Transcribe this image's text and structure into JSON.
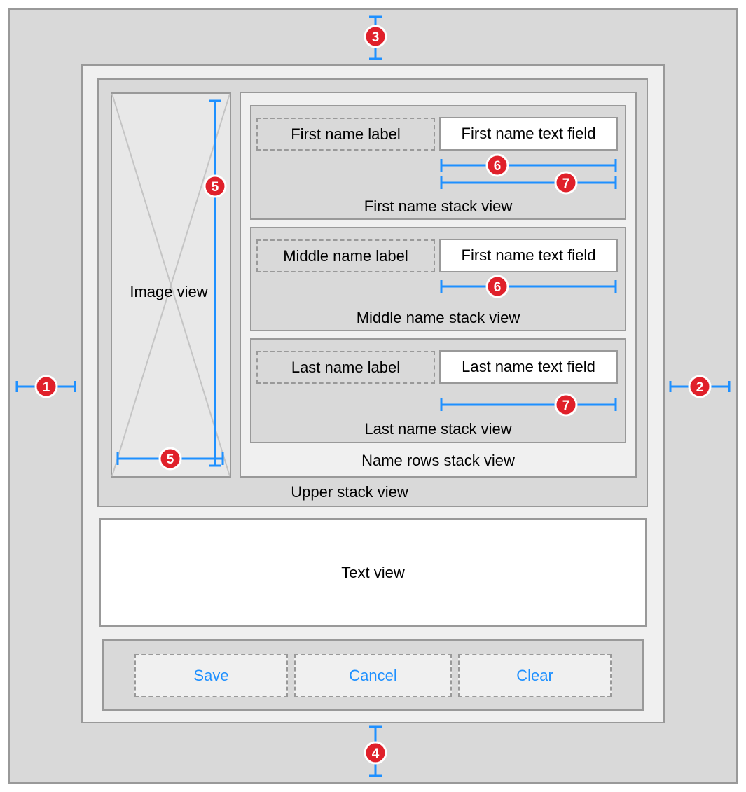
{
  "colors": {
    "measure": "#1e90ff",
    "badge": "#e0202a",
    "border": "#999999",
    "outer_fill": "#d9d9d9",
    "inner_fill": "#f0f0f0"
  },
  "image_view": {
    "label": "Image view"
  },
  "rows": [
    {
      "label": "First name label",
      "field": "First name text field",
      "caption": "First name stack view"
    },
    {
      "label": "Middle name label",
      "field": "First name text field",
      "caption": "Middle name stack view"
    },
    {
      "label": "Last name label",
      "field": "Last name text field",
      "caption": "Last name stack view"
    }
  ],
  "name_rows_stack": {
    "caption": "Name rows stack view"
  },
  "upper_stack": {
    "caption": "Upper stack view"
  },
  "text_view": {
    "label": "Text view"
  },
  "buttons": [
    {
      "label": "Save"
    },
    {
      "label": "Cancel"
    },
    {
      "label": "Clear"
    }
  ],
  "badges": [
    "1",
    "2",
    "3",
    "4",
    "5",
    "6",
    "7"
  ]
}
